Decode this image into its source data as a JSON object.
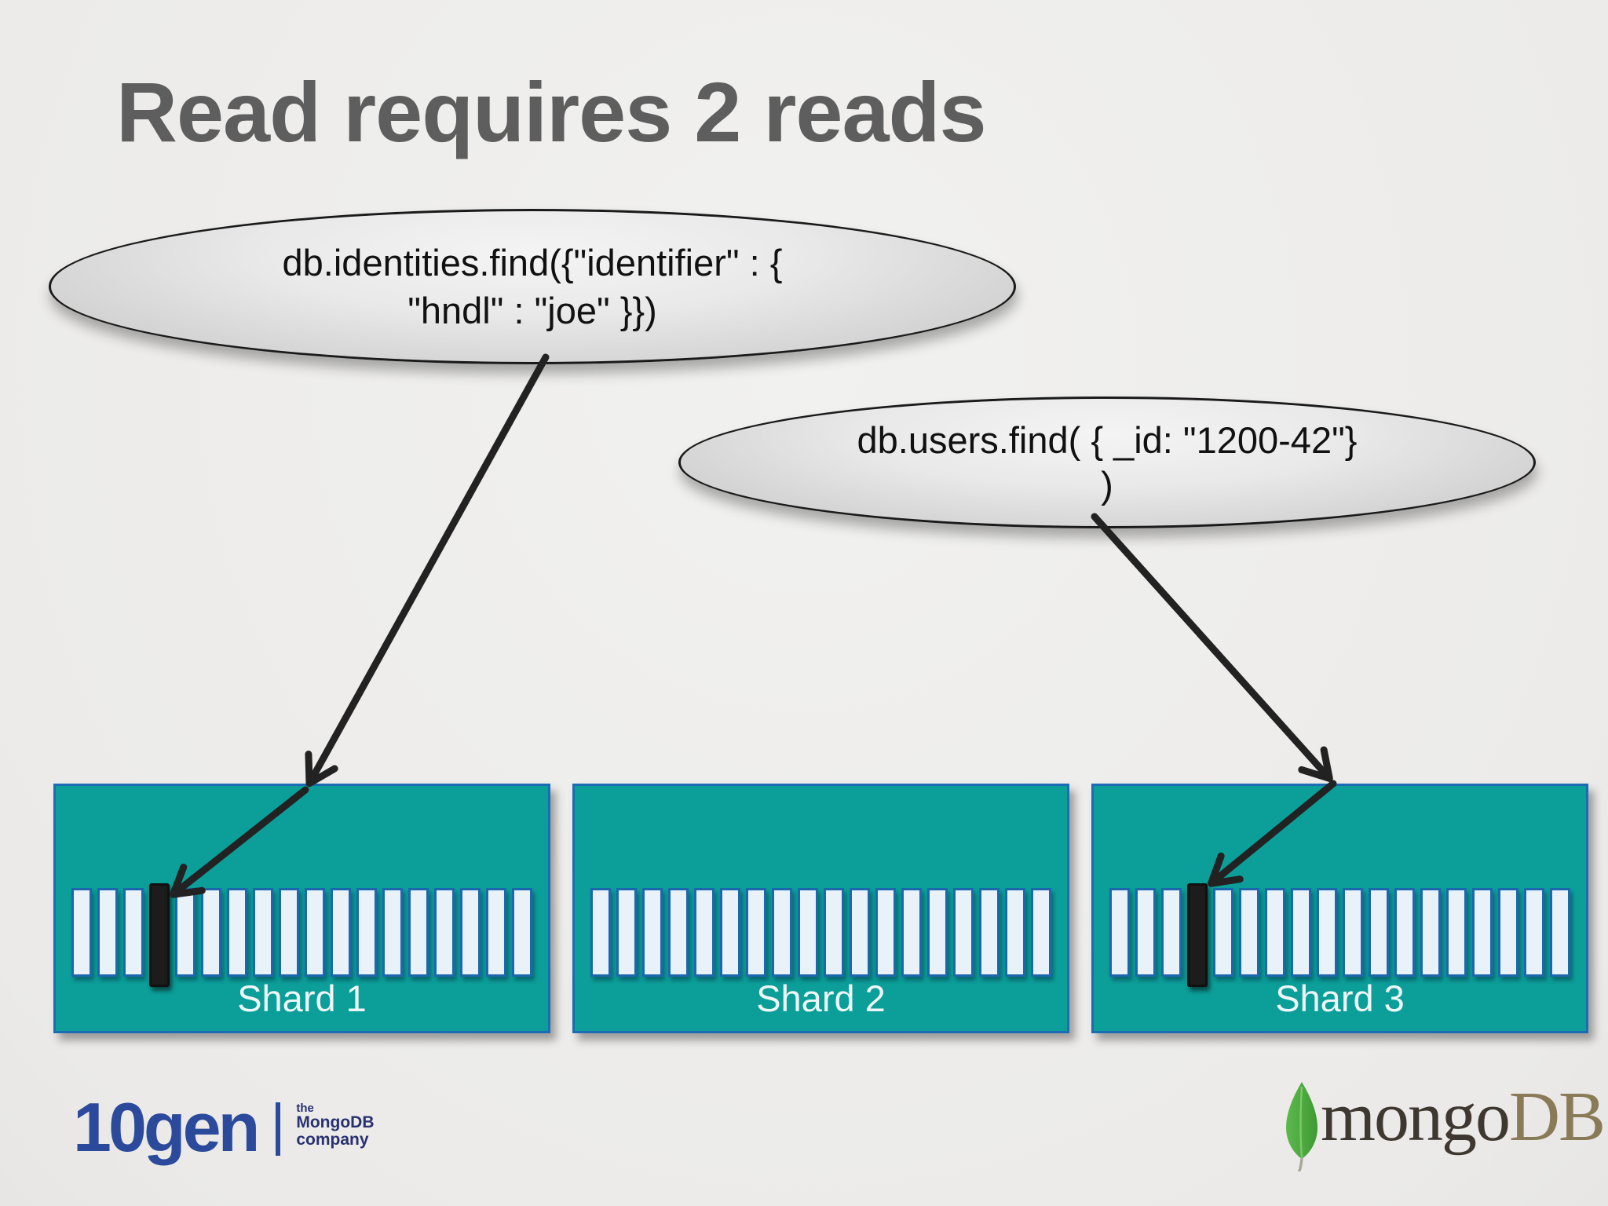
{
  "slide": {
    "title": "Read requires 2 reads"
  },
  "queries": [
    {
      "name": "identities-query",
      "lines": [
        "db.identities.find({\"identifier\" : {",
        "\"hndl\" : \"joe\" }})"
      ]
    },
    {
      "name": "users-query",
      "lines": [
        "db.users.find( { _id: \"1200-42\"}",
        ")"
      ]
    }
  ],
  "shards": [
    {
      "label": "Shard 1",
      "chunk_count": 18,
      "highlighted_chunk": 3
    },
    {
      "label": "Shard 2",
      "chunk_count": 18,
      "highlighted_chunk": null
    },
    {
      "label": "Shard 3",
      "chunk_count": 18,
      "highlighted_chunk": 3
    }
  ],
  "footer": {
    "tengen_wordmark": "10gen",
    "tengen_tagline": [
      "the",
      "MongoDB",
      "company"
    ],
    "mongodb_wordmark_prefix": "mongo",
    "mongodb_wordmark_suffix": "DB",
    "leaf_icon": "mongodb-leaf-icon"
  },
  "colors": {
    "background": "#f1f1ef",
    "title": "#5e5e5e",
    "bubble_border": "#1a1a1a",
    "arrow": "#222222",
    "shard_fill": "#0c9f9a",
    "shard_border": "#1b6cb4",
    "chunk_fill": "#e9f2f9",
    "chunk_border": "#1d67ae",
    "chunk_highlight": "#1c1c1c",
    "tengen_blue": "#2b4a9c",
    "tengen_navy": "#283170",
    "mongo_dark": "#3e3831",
    "mongo_bronze": "#8a7b58",
    "leaf_green": "#4ca83f"
  }
}
